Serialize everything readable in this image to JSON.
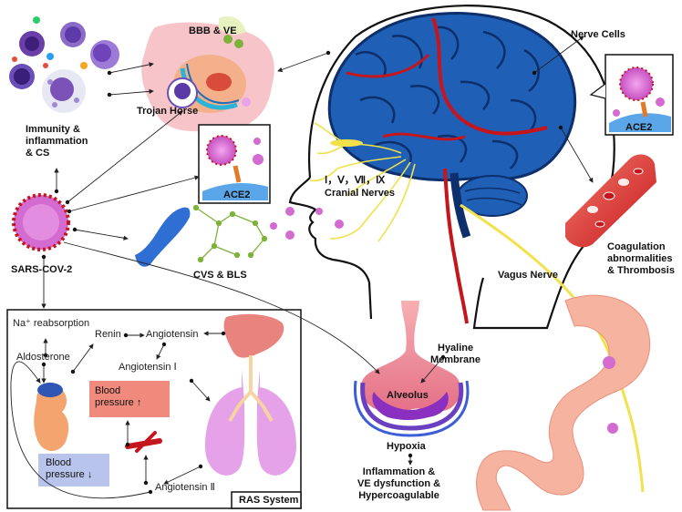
{
  "labels": {
    "bbb_ve": "BBB & VE",
    "trojan_horse": "Trojan Horse",
    "ace2_center": "ACE2",
    "ace2_right": "ACE2",
    "nerve_cells": "Nerve Cells",
    "immunity": [
      "Immunity &",
      "inflammation",
      "& CS"
    ],
    "cranial_numbers": "Ⅰ，Ⅴ，Ⅶ，Ⅸ",
    "cranial_nerves": "Cranial Nerves",
    "sars": "SARS-COV-2",
    "cvs_bls": "CVS & BLS",
    "vagus": "Vagus Nerve",
    "coagulation": [
      "Coagulation",
      "abnormalities",
      "& Thrombosis"
    ],
    "hyaline": [
      "Hyaline",
      "Membrane"
    ],
    "alveolus": "Alveolus",
    "hypoxia": "Hypoxia",
    "outcome": [
      "Inflammation &",
      "VE dysfunction &",
      "Hypercoagulable"
    ]
  },
  "ras": {
    "title": "RAS System",
    "na": "Na⁺ reabsorption",
    "renin": "Renin",
    "angiotensin": "Angiotensin",
    "angiotensin1": "Angiotensin Ⅰ",
    "aldosterone": "Aldosterone",
    "bp_up": [
      "Blood",
      "pressure ↑"
    ],
    "bp_down": [
      "Blood",
      "pressure ↓"
    ],
    "angiotensin2": "Angiotensin Ⅱ"
  },
  "colors": {
    "brain_blue": "#1f5fb5",
    "brain_dark": "#0d2f6b",
    "vessel_red": "#c4161c",
    "nerve_yellow": "#f2e14a",
    "virus_pink": "#d36bd0",
    "cell_pink": "#f3a6b6",
    "lung_pink": "#e6a2e8",
    "liver": "#e8837e",
    "stomach": "#f6b3a0",
    "alveolus_purple": "#8a2fc0",
    "bp_up_bg": "#f08a7c",
    "bp_down_bg": "#b8c4ec",
    "network_green": "#7fb23a",
    "vessel_cvs": "#2f6fd3"
  }
}
